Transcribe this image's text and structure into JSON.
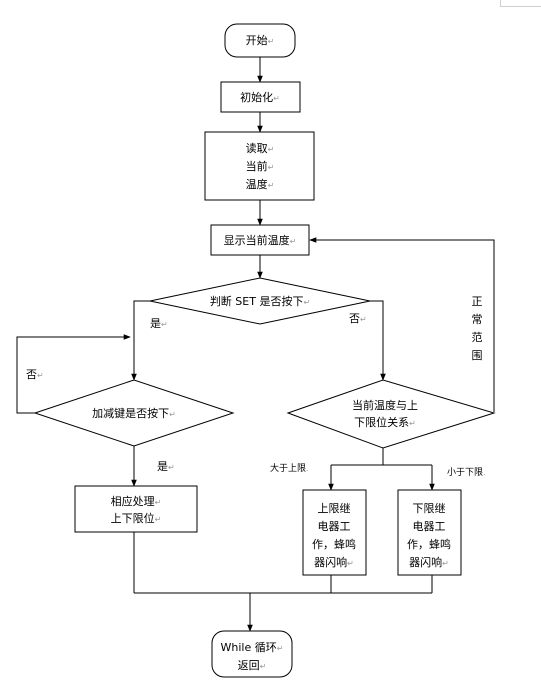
{
  "nodes": {
    "start": "开始",
    "init": "初始化",
    "read_temp": [
      "读取",
      "当前",
      "温度"
    ],
    "display": "显示当前温度",
    "check_set": "判断 SET 是否按下",
    "check_adjust": "加减键是否按下",
    "compare": [
      "当前温度与上",
      "下限位关系"
    ],
    "process": [
      "相应处理",
      "上下限位"
    ],
    "upper_relay": [
      "上限继",
      "电器工",
      "作，蜂鸣",
      "器闪响"
    ],
    "lower_relay": [
      "下限继",
      "电器工",
      "作，蜂鸣",
      "器闪响"
    ],
    "loop": [
      "While 循环",
      "返回"
    ]
  },
  "edge_labels": {
    "set_yes": "是",
    "set_no": "否",
    "adjust_no": "否",
    "adjust_yes": "是",
    "above_upper": "大于上限",
    "below_lower": "小于下限",
    "normal_range": [
      "正",
      "常",
      "范",
      "围"
    ]
  },
  "return_mark": "↵"
}
